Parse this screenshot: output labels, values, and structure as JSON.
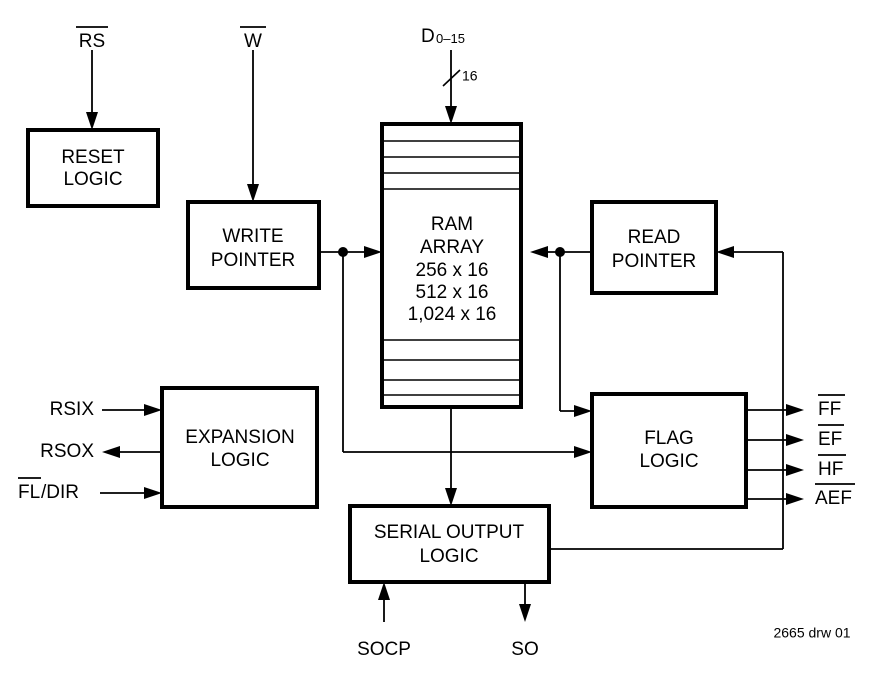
{
  "diagram": {
    "caption": "2665 drw 01",
    "blocks": [
      {
        "id": "reset-logic",
        "line1": "RESET",
        "line2": "LOGIC"
      },
      {
        "id": "write-pointer",
        "line1": "WRITE",
        "line2": "POINTER"
      },
      {
        "id": "read-pointer",
        "line1": "READ",
        "line2": "POINTER"
      },
      {
        "id": "expansion-logic",
        "line1": "EXPANSION",
        "line2": "LOGIC"
      },
      {
        "id": "flag-logic",
        "line1": "FLAG",
        "line2": "LOGIC"
      },
      {
        "id": "serial-output-logic",
        "line1": "SERIAL OUTPUT",
        "line2": "LOGIC"
      }
    ],
    "ram_array": {
      "line1": "RAM",
      "line2": "ARRAY",
      "line3": "256 x 16",
      "line4": "512 x 16",
      "line5": "1,024 x 16"
    },
    "signals": {
      "rs": "RS",
      "w": "W",
      "data_bus": "D",
      "data_bus_sub": "0–15",
      "bus_width": "16",
      "rsix": "RSIX",
      "rsox": "RSOX",
      "fl": "FL",
      "fl_suffix": "/DIR",
      "ff": "FF",
      "ef": "EF",
      "hf": "HF",
      "aef": "AEF",
      "socp": "SOCP",
      "so": "SO"
    }
  }
}
